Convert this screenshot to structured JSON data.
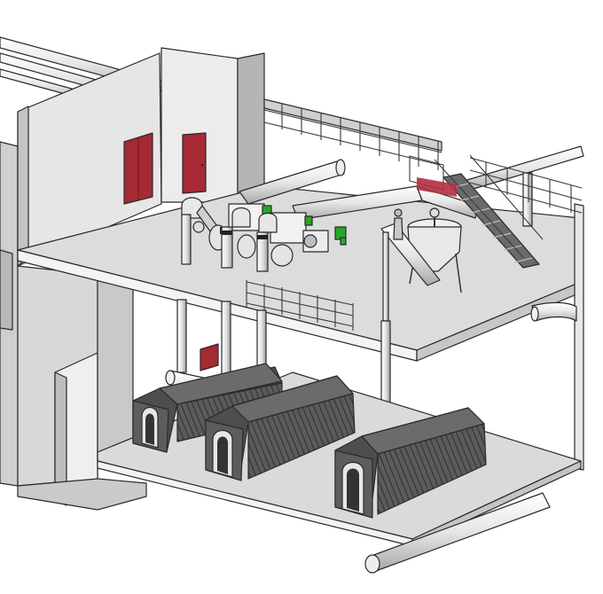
{
  "view": {
    "kind": "isometric-cutaway",
    "levels": [
      "ground-floor",
      "upper-floor"
    ],
    "boiler_count": 3,
    "burner_feed_units": 3,
    "doors": 3
  },
  "colors": {
    "background": "#ffffff",
    "wall_light": "#e9e9e9",
    "wall_mid": "#cfcfcf",
    "wall_dark": "#9a9a9a",
    "floor": "#dadada",
    "door": "#a52a34",
    "boiler_body": "#5a5a5a",
    "boiler_dark": "#3d3d3d",
    "pipe": "#e4e4e4",
    "valve": "#2aa52a",
    "stair": "#555555"
  }
}
